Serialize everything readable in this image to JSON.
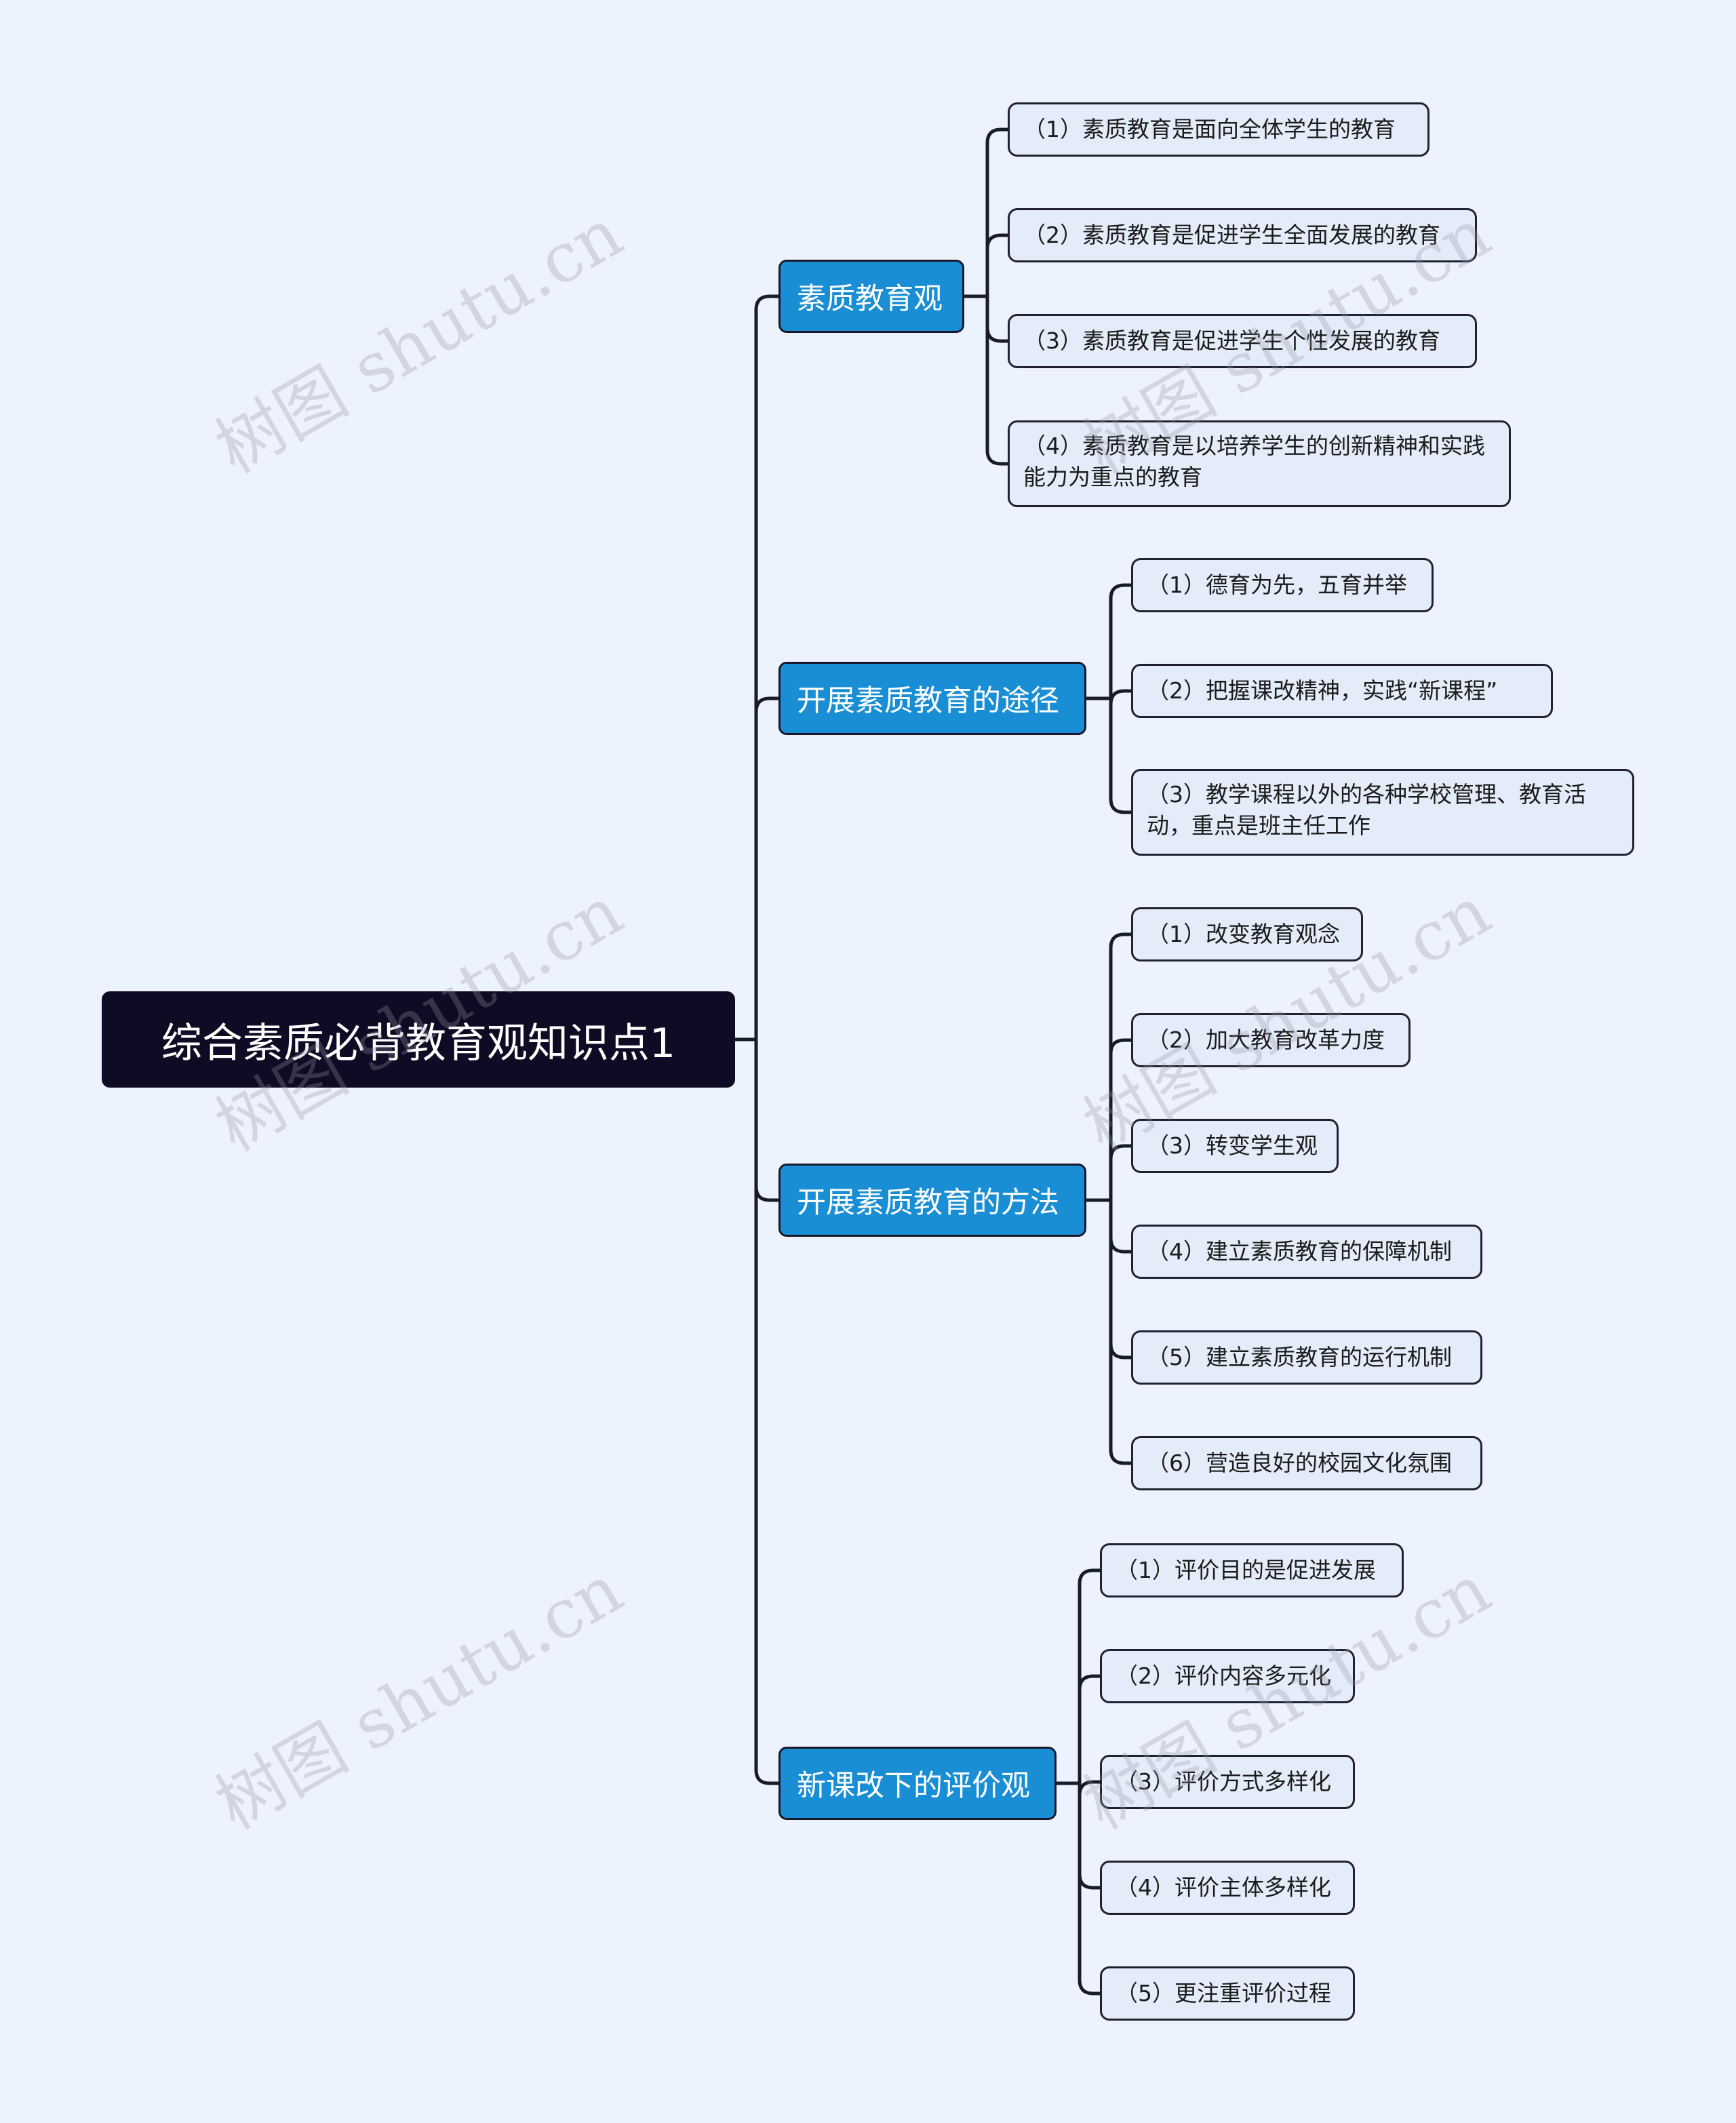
{
  "root": {
    "title": "综合素质必背教育观知识点1"
  },
  "branches": [
    {
      "label": "素质教育观",
      "children": [
        "（1）素质教育是面向全体学生的教育",
        "（2）素质教育是促进学生全面发展的教育",
        "（3）素质教育是促进学生个性发展的教育",
        "（4）素质教育是以培养学生的创新精神和实践能力为重点的教育"
      ]
    },
    {
      "label": "开展素质教育的途径",
      "children": [
        "（1）德育为先，五育并举",
        "（2）把握课改精神，实践“新课程”",
        "（3）教学课程以外的各种学校管理、教育活动，重点是班主任工作"
      ]
    },
    {
      "label": "开展素质教育的方法",
      "children": [
        "（1）改变教育观念",
        "（2）加大教育改革力度",
        "（3）转变学生观",
        "（4）建立素质教育的保障机制",
        "（5）建立素质教育的运行机制",
        "（6）营造良好的校园文化氛围"
      ]
    },
    {
      "label": "新课改下的评价观",
      "children": [
        "（1）评价目的是促进发展",
        "（2）评价内容多元化",
        "（3）评价方式多样化",
        "（4）评价主体多样化",
        "（5）更注重评价过程"
      ]
    }
  ],
  "watermark": "树图 shutu.cn",
  "colors": {
    "background": "#edf3fe",
    "root": "#0e0b24",
    "branch": "#1a8ed4",
    "leaf": "#e4ecfa",
    "line": "#1a1b2a"
  }
}
